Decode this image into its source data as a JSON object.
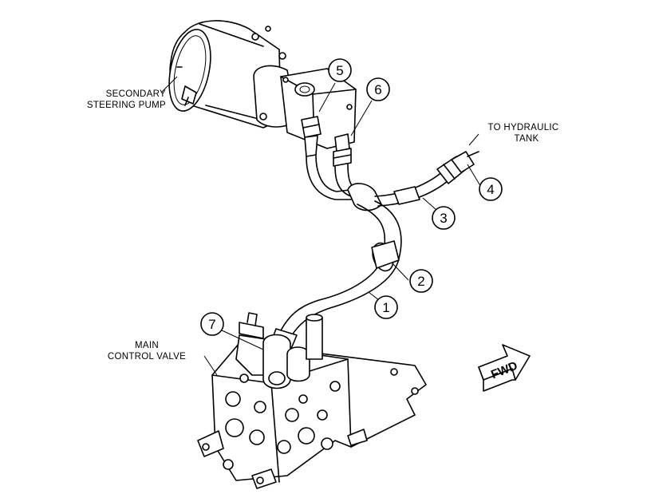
{
  "labels": {
    "secondary_pump_line1": "SECONDARY",
    "secondary_pump_line2": "STEERING PUMP",
    "tank_line1": "TO HYDRAULIC",
    "tank_line2": "TANK",
    "valve_line1": "MAIN",
    "valve_line2": "CONTROL VALVE",
    "fwd": "FWD"
  },
  "callouts": {
    "c1": "1",
    "c2": "2",
    "c3": "3",
    "c4": "4",
    "c5": "5",
    "c6": "6",
    "c7": "7"
  }
}
